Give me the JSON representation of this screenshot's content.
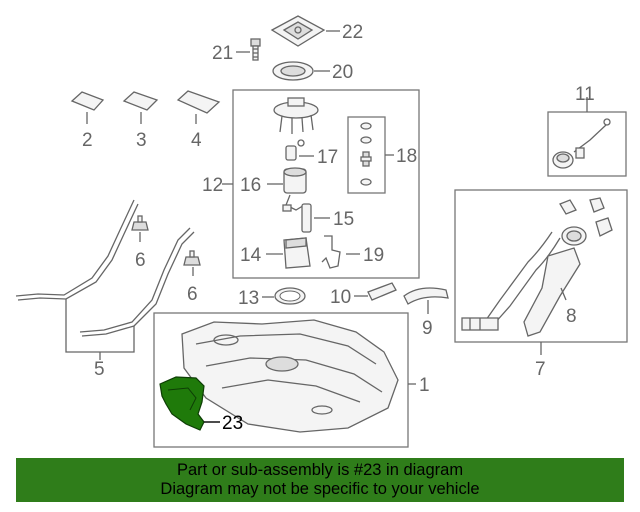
{
  "diagram": {
    "labels": {
      "p1": "1",
      "p2": "2",
      "p3": "3",
      "p4": "4",
      "p5": "5",
      "p6a": "6",
      "p6b": "6",
      "p7": "7",
      "p8": "8",
      "p9": "9",
      "p10": "10",
      "p11": "11",
      "p12": "12",
      "p13": "13",
      "p14": "14",
      "p15": "15",
      "p16": "16",
      "p17": "17",
      "p18": "18",
      "p19": "19",
      "p20": "20",
      "p21": "21",
      "p22": "22",
      "p23": "23"
    },
    "highlight_part": "23",
    "colors": {
      "highlight": "#1f7a0a",
      "banner": "#2f7d1a",
      "line": "#666666"
    }
  },
  "banner": {
    "line1": "Part or sub-assembly is #23 in diagram",
    "line2": "Diagram may not be specific to your vehicle"
  }
}
